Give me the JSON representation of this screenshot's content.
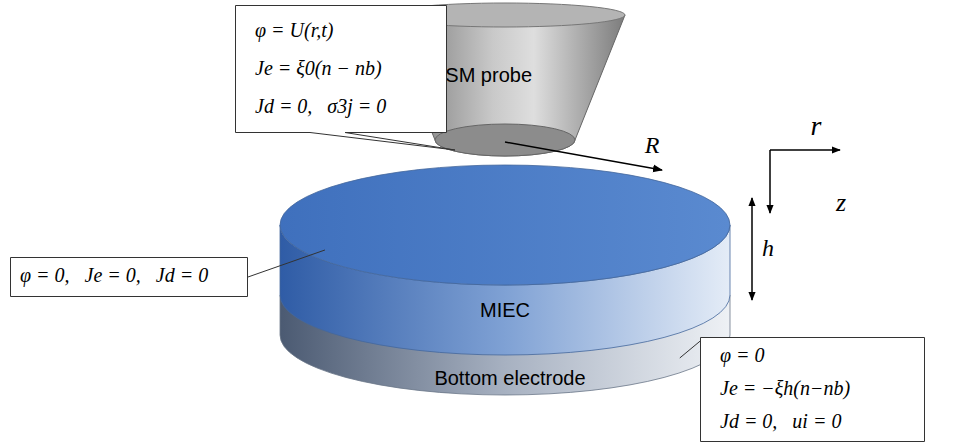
{
  "diagram": {
    "nodes": [
      {
        "text": [
          "φ = U(r,t)",
          "Je = ξ0(n − nb)",
          "Jd = 0,   σ3j = 0"
        ]
      },
      {
        "text": [
          "ESM probe"
        ]
      },
      {
        "text": [
          "φ = 0,   Je = 0,   Jd = 0"
        ]
      },
      {
        "text": [
          "MIEC"
        ]
      },
      {
        "text": [
          "φ = 0",
          "Je = −ξh(n−nb)",
          "Jd = 0,   ui = 0"
        ]
      },
      {
        "text": [
          "Bottom electrode"
        ]
      }
    ],
    "edges": [
      {
        "from": 2,
        "to": 3,
        "arrow": "none"
      },
      {
        "from": 4,
        "to": 5,
        "arrow": "none"
      }
    ],
    "labels": [
      "R",
      "h",
      "r",
      "z"
    ]
  }
}
